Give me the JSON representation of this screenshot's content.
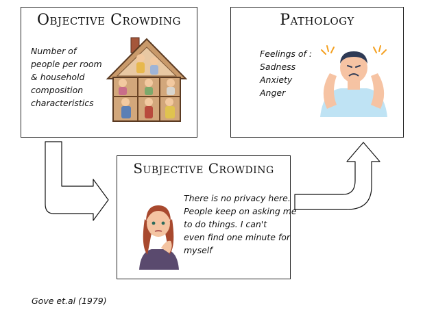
{
  "boxes": {
    "objective": {
      "title": "Objective Crowding",
      "lines": [
        "Number of",
        "people per room",
        "& household",
        "composition",
        "characteristics"
      ]
    },
    "pathology": {
      "title": "Pathology",
      "lines": [
        "Feelings of :",
        "Sadness",
        "Anxiety",
        "Anger"
      ]
    },
    "subjective": {
      "title": "Subjective Crowding",
      "lines": [
        "There is no privacy here.",
        "People keep on asking me",
        "to do things. I can't",
        "even find one minute for",
        "myself"
      ]
    }
  },
  "citation": "Gove et.al (1979)"
}
